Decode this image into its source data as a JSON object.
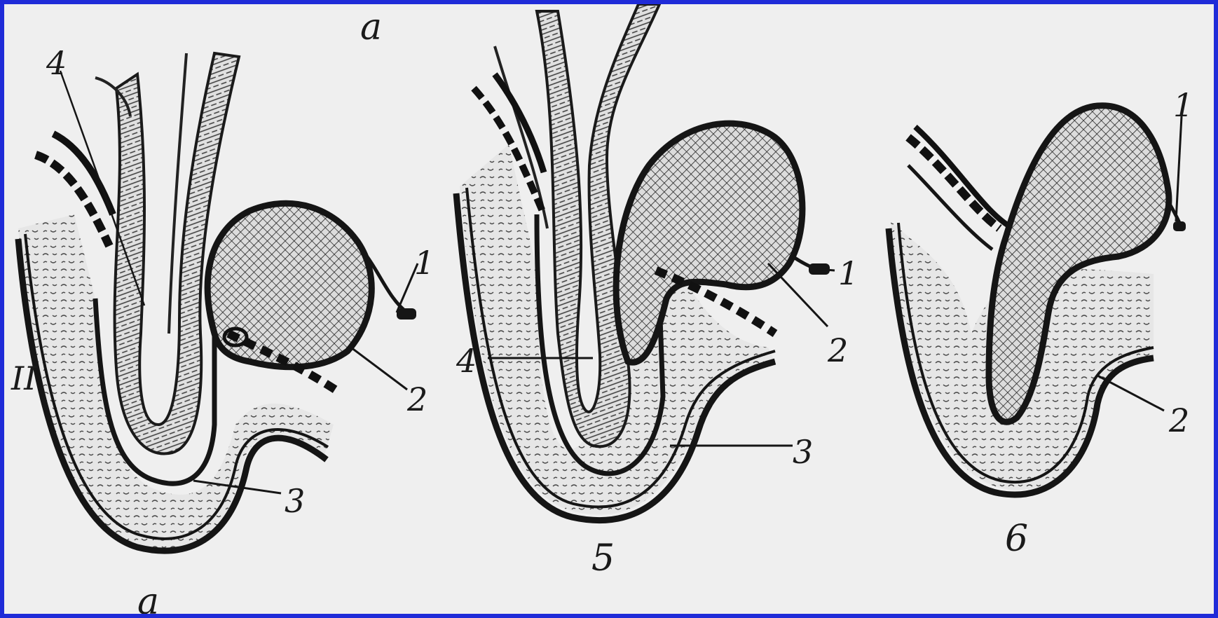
{
  "colors": {
    "border": "#1f2bd8",
    "paper": "#efefef",
    "ink": "#151515"
  },
  "panels": [
    {
      "id": "a",
      "letter_bottom": "a",
      "letter_top": "a",
      "side_mark": "II",
      "labels": {
        "n1": "1",
        "n2": "2",
        "n3": "3",
        "n4": "4"
      }
    },
    {
      "id": "b",
      "letter_bottom": "5",
      "labels": {
        "n1": "1",
        "n2": "2",
        "n3": "3",
        "n4": "4"
      }
    },
    {
      "id": "c",
      "letter_bottom": "6",
      "labels": {
        "n1": "1",
        "n2": "2"
      }
    }
  ]
}
